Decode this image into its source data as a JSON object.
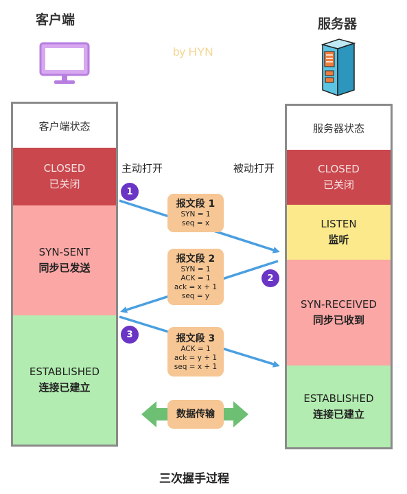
{
  "client": {
    "title": "客户端",
    "status_header": "客户端状态",
    "states": [
      {
        "line1": "CLOSED",
        "line2": "已关闭"
      },
      {
        "line1": "SYN-SENT",
        "line2": "同步已发送"
      },
      {
        "line1": "ESTABLISHED",
        "line2": "连接已建立"
      }
    ]
  },
  "server": {
    "title": "服务器",
    "status_header": "服务器状态",
    "states": [
      {
        "line1": "CLOSED",
        "line2": "已关闭"
      },
      {
        "line1": "LISTEN",
        "line2": "监听"
      },
      {
        "line1": "SYN-RECEIVED",
        "line2": "同步已收到"
      },
      {
        "line1": "ESTABLISHED",
        "line2": "连接已建立"
      }
    ]
  },
  "watermark": "by HYN",
  "active_open": "主动打开",
  "passive_open": "被动打开",
  "segments": [
    {
      "title": "报文段 1",
      "lines": [
        "SYN = 1",
        "seq = x"
      ]
    },
    {
      "title": "报文段 2",
      "lines": [
        "SYN = 1",
        "ACK = 1",
        "ack = x + 1",
        "seq = y"
      ]
    },
    {
      "title": "报文段 3",
      "lines": [
        "ACK = 1",
        "ack = y + 1",
        "seq = x + 1"
      ]
    }
  ],
  "badges": [
    "1",
    "2",
    "3"
  ],
  "data_transfer": "数据传输",
  "caption": "三次握手过程",
  "colors": {
    "closed": "#c9474d",
    "syn": "#fba7a5",
    "listen": "#fbe98b",
    "established": "#b2ecb0",
    "segment": "#f6c694",
    "arrow": "#4a9fe0",
    "badge": "#6a35c5",
    "transfer_arrow": "#6cbf73"
  }
}
